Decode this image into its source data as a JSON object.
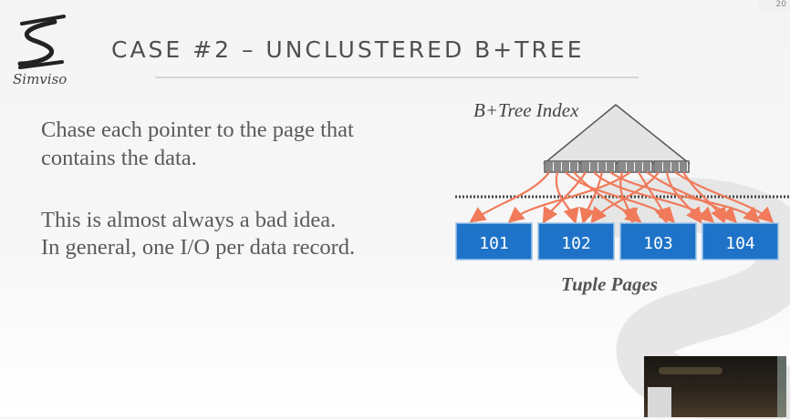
{
  "slide": {
    "number": "20",
    "title": "CASE #2 – UNCLUSTERED B+TREE"
  },
  "logo": {
    "text": "Simviso",
    "icon": "simviso-logo-icon"
  },
  "body": {
    "bullets": [
      "Chase each pointer to the page that contains the data.",
      "This is almost always a bad idea.",
      "In general, one I/O per data record."
    ]
  },
  "diagram": {
    "index_label": "B+Tree Index",
    "pages_label": "Tuple Pages",
    "pages": [
      "101",
      "102",
      "103",
      "104"
    ],
    "colors": {
      "page_fill": "#1e73c8",
      "page_border": "#9bc4ea",
      "arrow": "#f07a5a",
      "triangle_fill": "#e4e4e4",
      "leaf_slot": "#8a8a8a"
    }
  }
}
